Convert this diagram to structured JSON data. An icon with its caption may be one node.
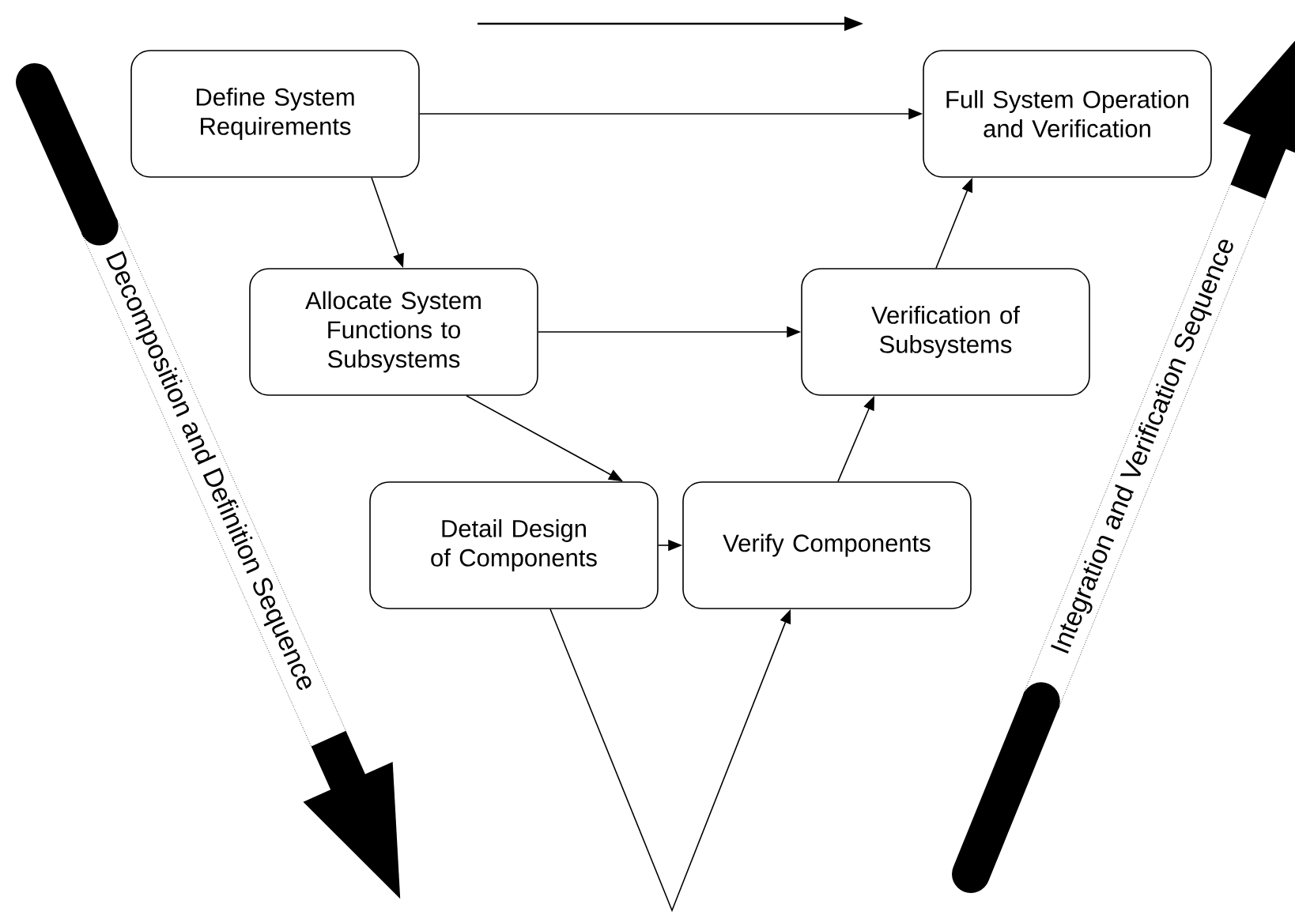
{
  "diagram": {
    "nodes": [
      {
        "text": [
          "Define System Requirements"
        ]
      },
      {
        "text": [
          "Full System Operation and Verification"
        ]
      },
      {
        "text": [
          "Allocate System Functions to Subsystems"
        ]
      },
      {
        "text": [
          "Verification of Subsystems"
        ]
      },
      {
        "text": [
          "Detail Design of Components"
        ]
      },
      {
        "text": [
          "Verify Components"
        ]
      }
    ],
    "edges": [
      {
        "from": 0,
        "to": 1,
        "arrow": "to"
      },
      {
        "from": 0,
        "to": 2,
        "arrow": "to"
      },
      {
        "from": 2,
        "to": 3,
        "arrow": "to"
      },
      {
        "from": 2,
        "to": 4,
        "arrow": "to"
      },
      {
        "from": 4,
        "to": 5,
        "arrow": "to"
      },
      {
        "from": 4,
        "to": 5,
        "arrow": "to"
      },
      {
        "from": 5,
        "to": 3,
        "arrow": "to"
      },
      {
        "from": 3,
        "to": 1,
        "arrow": "to"
      }
    ],
    "labels": [
      "Decomposition and Definition Sequence",
      "Integration and Verification Sequence"
    ]
  }
}
